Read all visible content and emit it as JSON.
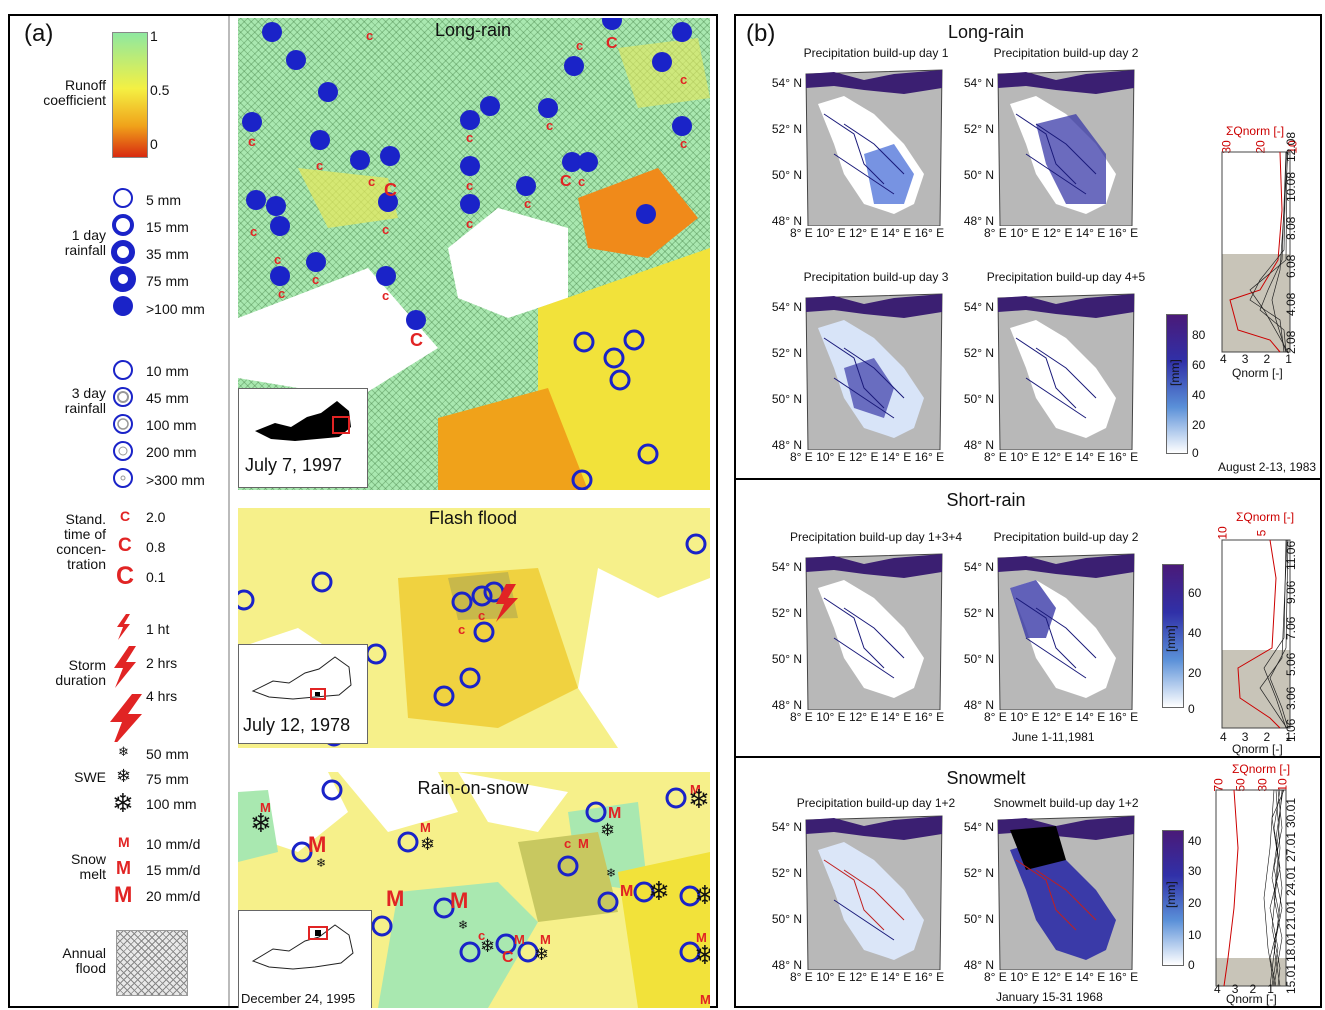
{
  "panel_a": {
    "tag": "(a)",
    "legend": {
      "runoff_coefficient": {
        "label": "Runoff coefficient",
        "ticks": [
          "1",
          "0.5",
          "0"
        ],
        "colors": [
          "#8fe8a0",
          "#f4f043",
          "#f0a21a",
          "#d82a10"
        ]
      },
      "rain1": {
        "label": "1 day rainfall",
        "items": [
          "5 mm",
          "15 mm",
          "35 mm",
          "75 mm",
          ">100 mm"
        ]
      },
      "rain3": {
        "label": "3 day rainfall",
        "items": [
          "10 mm",
          "45 mm",
          "100 mm",
          "200 mm",
          ">300 mm"
        ]
      },
      "conc": {
        "label": "Stand. time of concen- tration",
        "symbol": "C",
        "items": [
          "2.0",
          "0.8",
          "0.1"
        ]
      },
      "storm": {
        "label": "Storm duration",
        "items": [
          "1 ht",
          "2 hrs",
          "4 hrs"
        ]
      },
      "swe": {
        "label": "SWE",
        "items": [
          "50 mm",
          "75 mm",
          "100 mm"
        ]
      },
      "snowmelt": {
        "label": "Snow melt",
        "symbol": "M",
        "items": [
          "10 mm/d",
          "15 mm/d",
          "20 mm/d"
        ]
      },
      "annual_flood": {
        "label": "Annual flood"
      }
    },
    "maps": [
      {
        "title": "Long-rain",
        "date": "July 7, 1997"
      },
      {
        "title": "Flash flood",
        "date": "July 12, 1978"
      },
      {
        "title": "Rain-on-snow",
        "date": "December 24, 1995"
      }
    ]
  },
  "panel_b": {
    "tag": "(b)",
    "lat_labels": [
      "54° N",
      "52° N",
      "50° N",
      "48° N"
    ],
    "lon_label": "8° E 10° E 12° E 14° E 16° E",
    "unit": "[mm]",
    "sections": [
      {
        "title": "Long-rain",
        "maps": [
          "Precipitation build-up day 1",
          "Precipitation build-up day 2",
          "Precipitation build-up day 3",
          "Precipitation build-up day 4+5"
        ],
        "colorbar_ticks": [
          "80",
          "60",
          "40",
          "20",
          "0"
        ],
        "date": "August 2-13, 1983",
        "top_axis_label": "ΣQnorm [-]",
        "top_ticks": [
          "30",
          "20",
          "10"
        ],
        "bottom_axis_label": "Qnorm [-]",
        "bottom_ticks": [
          "4",
          "3",
          "2",
          "1"
        ],
        "dates_axis": [
          "12.08",
          "10.08",
          "8.08",
          "6.08",
          "4.08",
          "2.08"
        ]
      },
      {
        "title": "Short-rain",
        "maps": [
          "Precipitation build-up day 1+3+4",
          "Precipitation build-up day 2"
        ],
        "colorbar_ticks": [
          "60",
          "40",
          "20",
          "0"
        ],
        "date": "June 1-11,1981",
        "top_axis_label": "ΣQnorm [-]",
        "top_ticks": [
          "10",
          "5"
        ],
        "bottom_axis_label": "Qnorm [-]",
        "bottom_ticks": [
          "4",
          "3",
          "2",
          "1"
        ],
        "dates_axis": [
          "11.06",
          "9.06",
          "7.06",
          "5.06",
          "3.06",
          "1.06"
        ]
      },
      {
        "title": "Snowmelt",
        "maps": [
          "Precipitation build-up day 1+2",
          "Snowmelt build-up day 1+2"
        ],
        "colorbar_ticks": [
          "40",
          "30",
          "20",
          "10",
          "0"
        ],
        "date": "January 15-31 1968",
        "top_axis_label": "ΣQnorm [-]",
        "top_ticks": [
          "70",
          "50",
          "30",
          "10"
        ],
        "bottom_axis_label": "Qnorm [-]",
        "bottom_ticks": [
          "4",
          "3",
          "2",
          "1"
        ],
        "dates_axis": [
          "30.01",
          "27.01",
          "24.01",
          "21.01",
          "18.01",
          "15.01"
        ]
      }
    ]
  }
}
